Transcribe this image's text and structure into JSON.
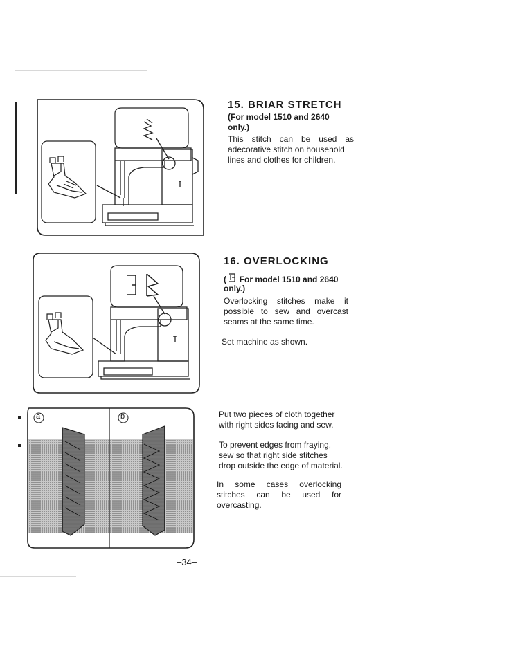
{
  "section15": {
    "heading": "15. BRIAR STRETCH",
    "model_note_1": "(For model 1510 and 2640",
    "model_note_2": "only.)",
    "body": [
      "This stitch can be used as",
      "adecorative stitch on household",
      "lines and clothes for children."
    ]
  },
  "section16": {
    "heading": "16. OVERLOCKING",
    "model_note_1_prefix": "(",
    "model_note_1": "For model 1510 and 2640",
    "model_note_2": "only.)",
    "body": [
      "Overlocking stitches make it",
      "possible to sew and overcast",
      "seams at the same time."
    ],
    "instruction": "Set machine as shown."
  },
  "section_cloth": {
    "panel_labels": [
      "a",
      "b"
    ],
    "paragraph1": [
      "Put two pieces of cloth together",
      "with right sides facing and sew."
    ],
    "paragraph2": [
      "To prevent edges from fraying,",
      "sew so that right side stitches",
      "drop outside the edge of material."
    ],
    "paragraph3": [
      "In some cases overlocking",
      "stitches can be used for",
      "overcasting."
    ]
  },
  "page_number": "–34–"
}
